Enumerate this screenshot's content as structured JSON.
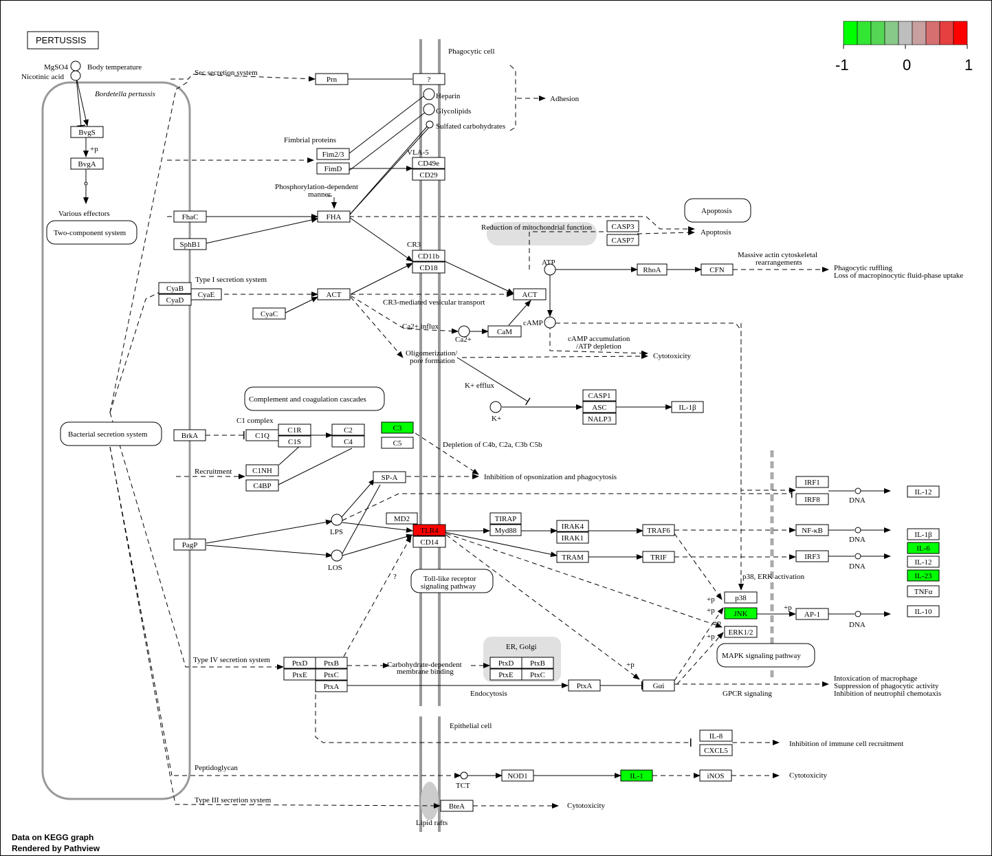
{
  "title": "PERTUSSIS",
  "footer": {
    "line1": "Data on KEGG graph",
    "line2": "Rendered by Pathview"
  },
  "legend": {
    "colors": [
      "#00ff00",
      "#33e633",
      "#55d655",
      "#88c888",
      "#bebebe",
      "#c8a0a0",
      "#d67070",
      "#e64040",
      "#ff0000"
    ],
    "labels": [
      "-1",
      "0",
      "1"
    ]
  },
  "colors": {
    "up": "#ff0000",
    "down": "#00ff00",
    "gray_line": "#999999"
  },
  "compartments": {
    "bacterium": "Bordetella pertussis",
    "phagocytic_cell": "Phagocytic cell",
    "epithelial_cell": "Epithelial cell",
    "lipid_rafts": "Lipid rafts",
    "er_golgi": "ER, Golgi",
    "mito": "Reduction of mitochondrial function"
  },
  "pathway_links": {
    "two_component": "Two-component system",
    "bacterial_secretion": "Bacterial secretion system",
    "complement": "Complement and coagulation cascades",
    "apoptosis": "Apoptosis",
    "tlr": [
      "Toll-like receptor",
      "signaling pathway"
    ],
    "mapk": "MAPK signaling pathway"
  },
  "genes": {
    "bvgs": "BvgS",
    "bvga": "BvgA",
    "prn": "Prn",
    "q": "?",
    "fim23": "Fim2/3",
    "fimd": "FimD",
    "cd49e": "CD49e",
    "cd29": "CD29",
    "fhac": "FhaC",
    "fha": "FHA",
    "sphb1": "SphB1",
    "casp3": "CASP3",
    "casp7": "CASP7",
    "cd11b": "CD11b",
    "cd18": "CD18",
    "cyab": "CyaB",
    "cyad": "CyaD",
    "cyae": "CyaE",
    "cyac": "CyaC",
    "act1": "ACT",
    "act2": "ACT",
    "cam": "CaM",
    "rhoa": "RhoA",
    "cfn": "CFN",
    "casp1": "CASP1",
    "asc": "ASC",
    "nalp3": "NALP3",
    "il1b1": "IL-1β",
    "brka": "BrkA",
    "c1q": "C1Q",
    "c1r": "C1R",
    "c1s": "C1S",
    "c2": "C2",
    "c4": "C4",
    "c3": "C3",
    "c5": "C5",
    "c1nh": "C1NH",
    "c4bp": "C4BP",
    "spa": "SP-A",
    "irf1": "IRF1",
    "irf8": "IRF8",
    "il12a": "IL-12",
    "md2": "MD2",
    "tlr4": "TLR4",
    "cd14": "CD14",
    "tirap": "TIRAP",
    "myd88": "Myd88",
    "irak4": "IRAK4",
    "irak1": "IRAK1",
    "traf6": "TRAF6",
    "nfkb": "NF-κB",
    "tram": "TRAM",
    "trif": "TRIF",
    "irf3": "IRF3",
    "pagp": "PagP",
    "il1b2": "IL-1β",
    "il6": "IL-6",
    "il12b": "IL-12",
    "il23": "IL-23",
    "tnfa": "TNFα",
    "il10": "IL-10",
    "p38": "p38",
    "jnk": "JNK",
    "erk": "ERK1/2",
    "ap1": "AP-1",
    "ptxd1": "PtxD",
    "ptxb1": "PtxB",
    "ptxe1": "PtxE",
    "ptxc1": "PtxC",
    "ptxa1": "PtxA",
    "ptxd2": "PtxD",
    "ptxb2": "PtxB",
    "ptxe2": "PtxE",
    "ptxc2": "PtxC",
    "ptxa2": "PtxA",
    "gai": "Gαi",
    "il8": "IL-8",
    "cxcl5": "CXCL5",
    "nod1": "NOD1",
    "il1": "IL-1",
    "inos": "iNOS",
    "btea": "BteA"
  },
  "compounds": {
    "mgso4": "MgSO4",
    "nicotinic": "Nicotinic acid",
    "bodytemp": "Body temperature",
    "heparin": "Heparin",
    "glycolipids": "Glycolipids",
    "sulfated": "Sulfated carbohydrates",
    "atp": "ATP",
    "camp": "cAMP",
    "ca": "Ca2+",
    "k": "K+",
    "lps": "LPS",
    "los": "LOS",
    "tct": "TCT",
    "dna": "DNA"
  },
  "texts": {
    "various_effectors": "Various effectors",
    "sec_secretion": "Sec secretion system",
    "fimbrial": "Fimbrial proteins",
    "vla5": "VLA-5",
    "phospho_dep": [
      "Phosphorylation-dependent",
      "manner"
    ],
    "adhesion": "Adhesion",
    "cr3": "CR3",
    "type1": "Type I secretion system",
    "cr3_transport": "CR3-mediated vesicular transport",
    "ca_influx": "Ca2+ influx",
    "oligomer": [
      "Oligomerization/",
      "pore formation"
    ],
    "camp_acc": [
      "cAMP accumulation",
      "/ATP depletion"
    ],
    "cytotox": "Cytotoxicity",
    "massive_actin": [
      "Massive actin cytoskeletal",
      "rearrangements"
    ],
    "phago_ruffling": [
      "Phagocytic ruffling",
      "Loss of macropinocytic fluid-phase uptake"
    ],
    "k_efflux": "K+ efflux",
    "c1_complex": "C1 complex",
    "depletion": "Depletion of C4b, C2a, C3b C5b",
    "recruitment": "Recruitment",
    "inhibition_opson": "Inhibition of opsonization and phagocytosis",
    "p38_erk": "p38, ERK activation",
    "type4": "Type IV secretion system",
    "carb_dep": [
      "Carbohydrate-dependent",
      "membrane binding"
    ],
    "endocytosis": "Endocytosis",
    "gpcr": "GPCR signaling",
    "intox": [
      "Intoxication of macrophage",
      "Suppression of phagocytic activity",
      "Inhibition of neutrophil chemotaxis"
    ],
    "inhib_immune": "Inhibition of immune cell recruitment",
    "peptidoglycan": "Peptidoglycan",
    "type3": "Type III secretion system",
    "plus_p": "+p",
    "qmark": "?"
  }
}
